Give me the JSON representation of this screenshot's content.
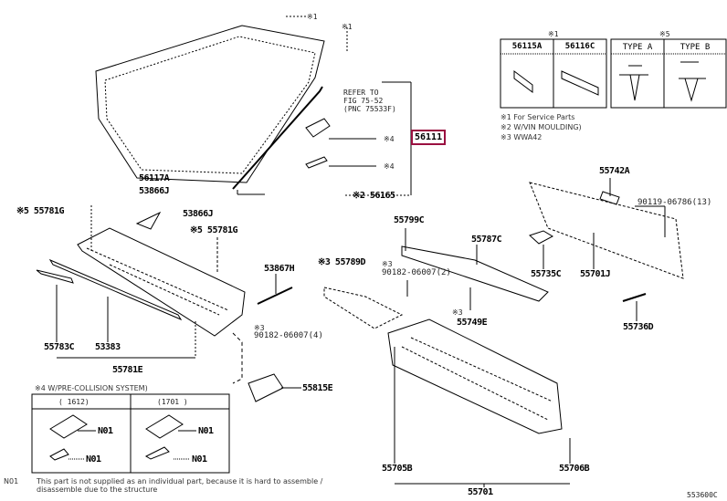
{
  "windshield": {
    "mark1a": "※1",
    "mark1b": "※1",
    "part_glass": "56117A",
    "part_glass2": "53866J",
    "refer": [
      "REFER TO",
      "FIG 75-52",
      "(PNC 75533F)"
    ],
    "mark4a": "※4",
    "mark4b": "※4",
    "highlighted_part": "56111",
    "moulding": "※2 56165"
  },
  "legend_table": {
    "mark1": "※1",
    "mark5": "※5",
    "headers": [
      "56115A",
      "56116C",
      "TYPE A",
      "TYPE B"
    ]
  },
  "notes": [
    "※1 For Service Parts",
    "※2 W/VIN MOULDING)",
    "※3 WWA42"
  ],
  "parts": {
    "p55742A": "55742A",
    "p90119": "90119-06786(13)",
    "p55781G_left": "※5 55781G",
    "p53866J": "53866J",
    "p55781G_right": "※5 55781G",
    "p55799C": "55799C",
    "p55787C": "55787C",
    "p53867H": "53867H",
    "p55789D": "※3 55789D",
    "mark3_a": "※3",
    "p90182_2": "90182-06007(2)",
    "p55735C": "55735C",
    "p55701J": "55701J",
    "mark3_b": "※3",
    "p55749E": "55749E",
    "mark3_c": "※3",
    "p90182_4": "90182-06007(4)",
    "p55736D": "55736D",
    "p55783C": "55783C",
    "p53383": "53383",
    "p55781E": "55781E",
    "p55815E": "55815E",
    "p55705B": "55705B",
    "p55701": "55701",
    "p55706B": "55706B"
  },
  "precollision": {
    "title": "※4 W/PRE-COLLISION SYSTEM)",
    "col1": "(      1612)",
    "col2": "(1701      )",
    "n01": "N01"
  },
  "footnote": {
    "code": "N01",
    "text1": "This part is not supplied as an individual part, because it is hard to assemble /",
    "text2": "disassemble due to the structure"
  },
  "figure_id": "553600C",
  "colors": {
    "highlight": "#9a1040"
  }
}
